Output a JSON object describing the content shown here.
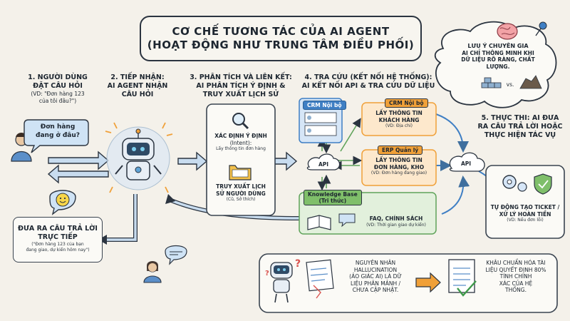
{
  "title": {
    "line1": "CƠ CHẾ TƯƠNG TÁC CỦA AI AGENT",
    "line2": "(HOẠT ĐỘNG NHƯ TRUNG TÂM ĐIỀU PHỐI)"
  },
  "step1": {
    "line1": "1. NGƯỜI DÙNG",
    "line2": "ĐẶT CÂU HỎI",
    "ex1": "(VD: \"Đơn hàng 123",
    "ex2": "của tôi đâu?\")",
    "bubble1": "Đơn hàng",
    "bubble2": "đang ở đâu?"
  },
  "step2": {
    "line1": "2. TIẾP NHẬN:",
    "line2": "AI AGENT NHẬN",
    "line3": "CÂU HỎI"
  },
  "step3": {
    "line1": "3. PHÂN TÍCH VÀ LIÊN KẾT:",
    "line2": "AI PHÂN TÍCH Ý ĐỊNH &",
    "line3": "TRUY XUẤT LỊCH SỬ",
    "intent1": "XÁC ĐỊNH Ý ĐỊNH",
    "intent2": "(Intent):",
    "intent3": "Lấy thông tin đơn hàng",
    "hist1": "TRUY XUẤT LỊCH",
    "hist2": "SỬ NGƯỜI DÙNG",
    "hist3": "(Cũ, Sở thích)"
  },
  "step4": {
    "line1": "4. TRA CỨU (KẾT NỐI HỆ THỐNG):",
    "line2": "AI KẾT NỐI API & TRA CỨU DỮ LIỆU",
    "crm_tab": "CRM Nội bộ",
    "crm_tag": "CRM Nội bộ",
    "crm1": "LẤY THÔNG TIN",
    "crm2": "KHÁCH HÀNG",
    "crm3": "(VD: Địa chỉ)",
    "erp_tag": "ERP Quản lý",
    "erp1": "LẤY THÔNG TIN",
    "erp2": "ĐƠN HÀNG, KHO",
    "erp3": "(VD: Đơn hàng đang giao)",
    "api": "API",
    "kb_tag1": "Knowledge Base",
    "kb_tag2": "(Tri thức)",
    "kb1": "FAQ, CHÍNH SÁCH",
    "kb2": "(VD: Thời gian giao dự kiến)"
  },
  "step5": {
    "line1": "5. THỰC THI: AI ĐƯA",
    "line2": "RA CÂU TRẢ LỜI HOẶC",
    "line3": "THỰC HIỆN TÁC VỤ",
    "api": "API",
    "act1": "TỰ ĐỘNG TẠO TICKET /",
    "act2": "XỬ LÝ HOÀN TIỀN",
    "act3": "(VD: Nếu đơn lỗi)"
  },
  "answer": {
    "line1": "ĐƯA RA CÂU TRẢ LỜI",
    "line2": "TRỰC TIẾP",
    "ex1": "(\"Đơn hàng 123 của bạn",
    "ex2": "đang giao, dự kiến hôm nay\")"
  },
  "expert": {
    "line1": "LƯU Ý CHUYÊN GIA",
    "line2": "AI CHỈ THÔNG MINH KHI",
    "line3": "DỮ LIỆU RÕ RÀNG, CHẤT",
    "line4": "LƯỢNG.",
    "vs": "vs."
  },
  "halluc": {
    "line1": "NGUYÊN NHÂN",
    "line2": "HALLUCINATION",
    "line3": "(ẢO GIÁC AI) LÀ DỮ",
    "line4": "LIỆU PHÂN MẢNH /",
    "line5": "CHƯA CẬP NHẬT."
  },
  "standard": {
    "line1": "KHÂU CHUẨN HÓA TÀI",
    "line2": "LIỆU QUYẾT ĐỊNH 80%",
    "line3": "TÍNH CHÍNH",
    "line4": "XÁC CỦA HỆ",
    "line5": "THỐNG."
  },
  "colors": {
    "blue": "#3f7fc4",
    "blue_fill": "#d6e6f7",
    "orange": "#f0a038",
    "orange_fill": "#fde3bf",
    "green": "#5fa35a",
    "green_fill": "#d8ecd3",
    "ink": "#2b3440"
  }
}
